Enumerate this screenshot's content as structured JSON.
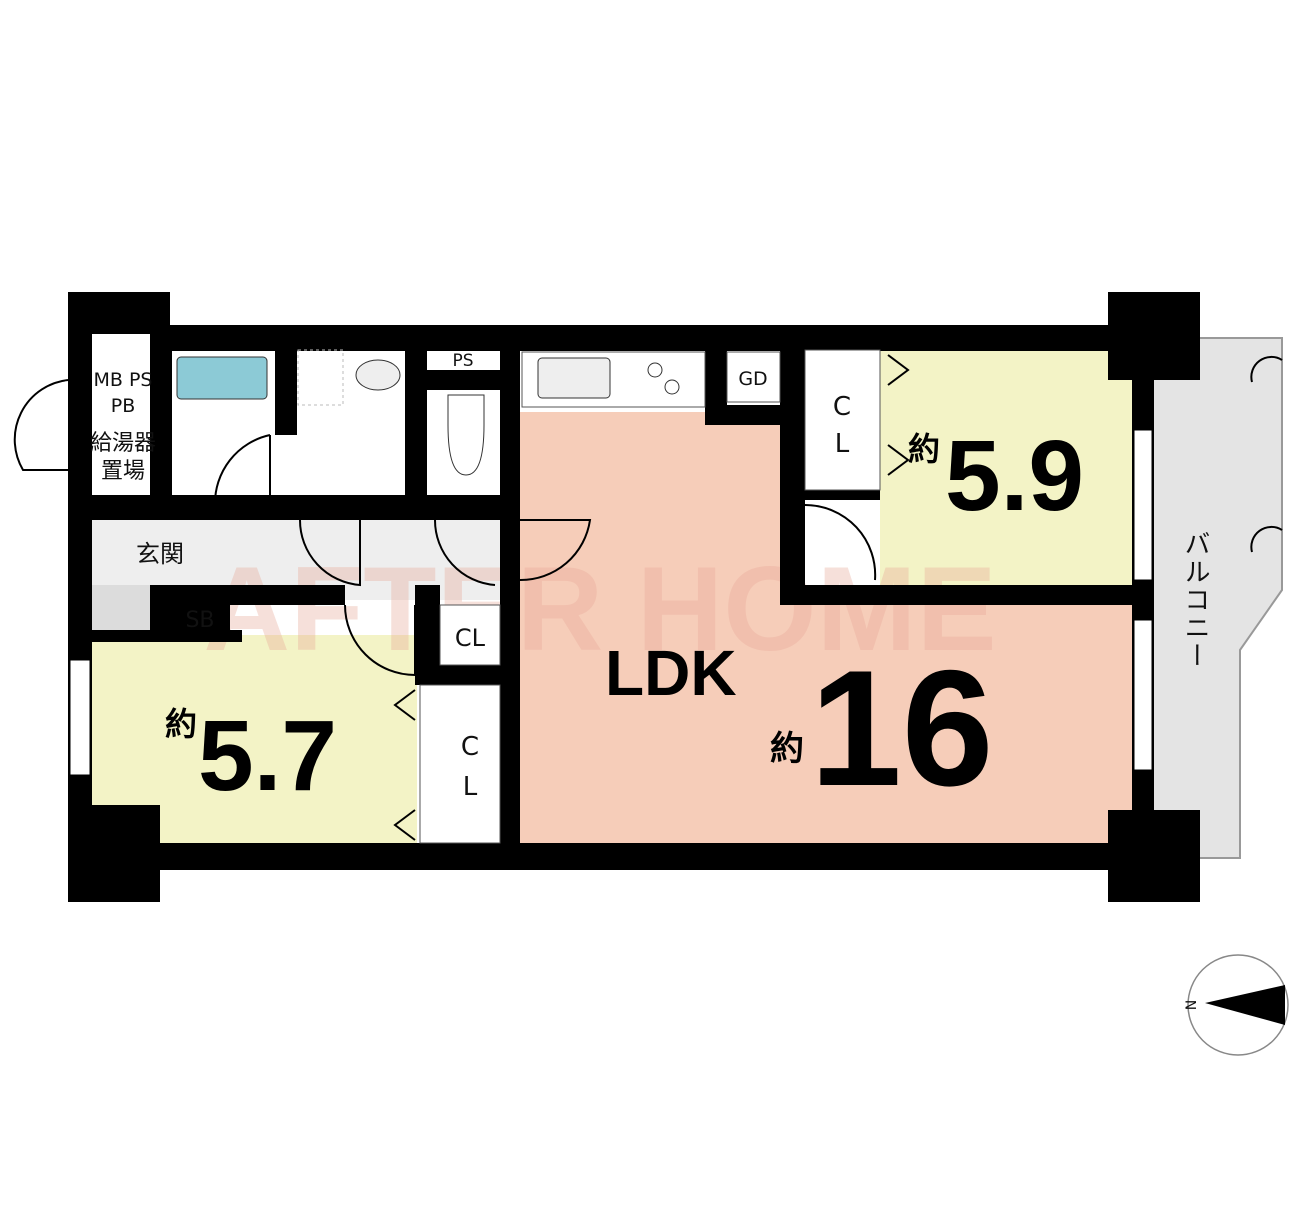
{
  "rooms": {
    "utility": {
      "line1": "MB PS",
      "line2": "PB",
      "line3": "給湯器",
      "line4": "置場"
    },
    "entrance": "玄関",
    "shoe_box": "SB",
    "pipe_space": "PS",
    "garbage": "GD",
    "closet_top_c": "C",
    "closet_top_l": "L",
    "closet_small": "CL",
    "closet_left_c": "C",
    "closet_left_l": "L",
    "bedroom_east": {
      "prefix": "約",
      "size": "5.9"
    },
    "bedroom_west": {
      "prefix": "約",
      "size": "5.7"
    },
    "ldk": {
      "name": "LDK",
      "prefix": "約",
      "size": "16"
    },
    "balcony": "バルコニー"
  },
  "compass": {
    "north": "N"
  },
  "watermark": "AFTER HOME",
  "colors": {
    "ldk": "#f6cdb9",
    "bedroom": "#f3f3c6",
    "balcony": "#e4e4e4",
    "bath": "#8ccad6",
    "wall": "#000000"
  }
}
